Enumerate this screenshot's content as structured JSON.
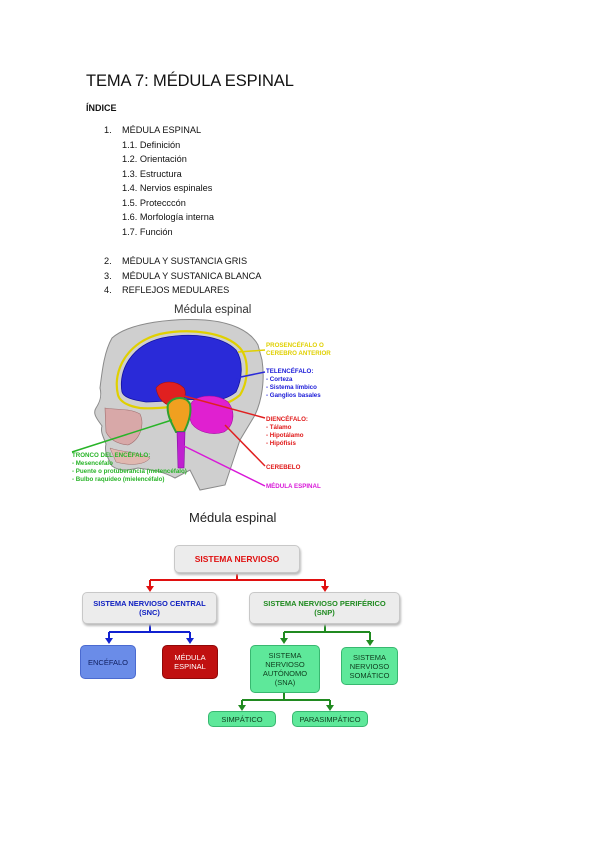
{
  "document": {
    "title": "TEMA 7: MÉDULA ESPINAL",
    "index_heading": "ÍNDICE"
  },
  "toc": {
    "items": [
      {
        "num": "1.",
        "label": "MÉDULA ESPINAL"
      },
      {
        "num": "2.",
        "label": "MÉDULA Y SUSTANCIA GRIS"
      },
      {
        "num": "3.",
        "label": "MÉDULA Y SUSTANICA BLANCA"
      },
      {
        "num": "4.",
        "label": "REFLEJOS MEDULARES"
      }
    ],
    "subitems": [
      "1.1. Definición",
      "1.2. Orientación",
      "1.3. Estructura",
      "1.4. Nervios espinales",
      "1.5. Protecccón",
      "1.6. Morfología interna",
      "1.7. Función"
    ]
  },
  "figure1": {
    "title": "Médula espinal",
    "labels": {
      "prosencefalo": [
        "PROSENCÉFALO O",
        "CEREBRO ANTERIOR"
      ],
      "telencefalo": "TELENCÉFALO:",
      "telencefalo_items": [
        "- Corteza",
        "- Sistema límbico",
        "- Ganglios basales"
      ],
      "diencefalo": "DIENCÉFALO:",
      "diencefalo_items": [
        "- Tálamo",
        "- Hipotálamo",
        "- Hipófisis"
      ],
      "cerebelo": "CEREBELO",
      "medula": "MÉDULA ESPINAL",
      "tronco": "TRONCO DEL ENCÉFALO:",
      "tronco_items": [
        "- Mesencéfalo",
        "- Puente o protuberancia (metencéfalo)",
        "- Bulbo raquídeo (mielencéfalo)"
      ]
    },
    "colors": {
      "yellow": "#e0d000",
      "blue": "#1a1ad8",
      "red": "#e01818",
      "magenta": "#d818d8",
      "green": "#28b428"
    }
  },
  "figure2": {
    "title": "Médula espinal",
    "root": "SISTEMA NERVIOSO",
    "snc": [
      "SISTEMA NERVIOSO CENTRAL",
      "(SNC)"
    ],
    "snp": [
      "SISTEMA NERVIOSO PERIFÉRICO",
      "(SNP)"
    ],
    "encefalo": "ENCÉFALO",
    "medula": [
      "MÉDULA",
      "ESPINAL"
    ],
    "sna": [
      "SISTEMA",
      "NERVIOSO",
      "AUTÓNOMO",
      "(SNA)"
    ],
    "somatico": [
      "SISTEMA",
      "NERVIOSO",
      "SOMÁTICO"
    ],
    "simpatico": "SIMPÁTICO",
    "parasimpatico": "PARASIMPÁTICO"
  }
}
